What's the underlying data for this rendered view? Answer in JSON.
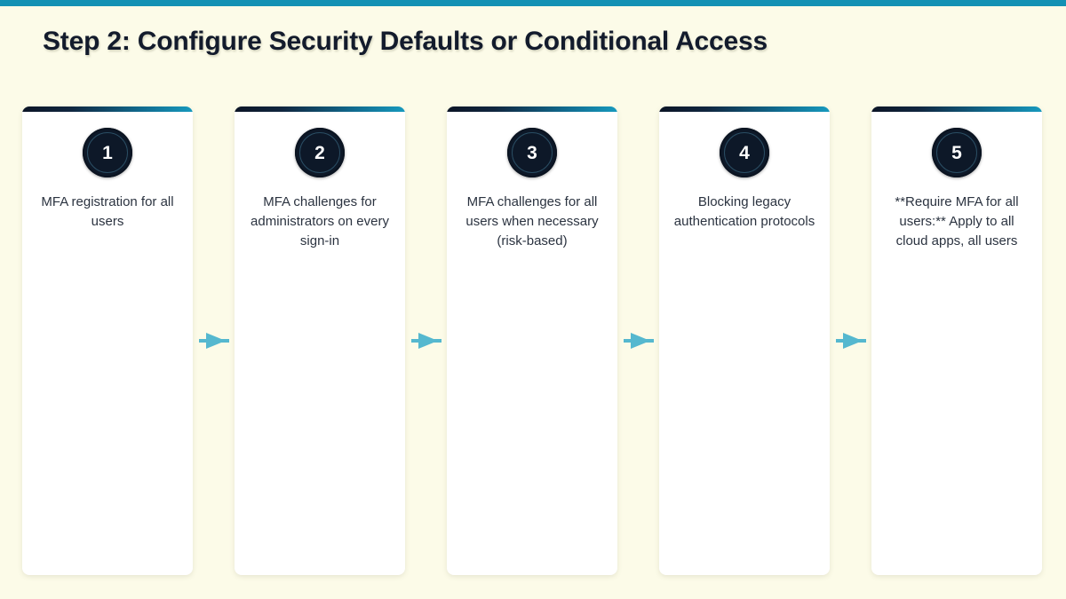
{
  "page": {
    "background_color": "#fcfbe8",
    "top_strip_color": "#1391b4",
    "title": "Step 2: Configure Security Defaults or Conditional Access",
    "title_color": "#131b2c"
  },
  "theme": {
    "accent_teal": "#1799bd",
    "accent_dark_navy": "#0c1526",
    "badge_fill": "#0d1828",
    "badge_ring": "#2a4d63",
    "card_background": "#ffffff",
    "body_text_color": "#2b3340",
    "arrow_color": "#55b8cf"
  },
  "flow": {
    "connector_icon": "arrow-right-icon",
    "connector_count": 4,
    "steps": [
      {
        "number": "1",
        "text": "MFA registration for all users"
      },
      {
        "number": "2",
        "text": "MFA challenges for administrators on every sign-in"
      },
      {
        "number": "3",
        "text": "MFA challenges for all users when necessary (risk-based)"
      },
      {
        "number": "4",
        "text": "Blocking legacy authentication protocols"
      },
      {
        "number": "5",
        "text": "**Require MFA for all users:** Apply to all cloud apps, all users"
      }
    ]
  }
}
